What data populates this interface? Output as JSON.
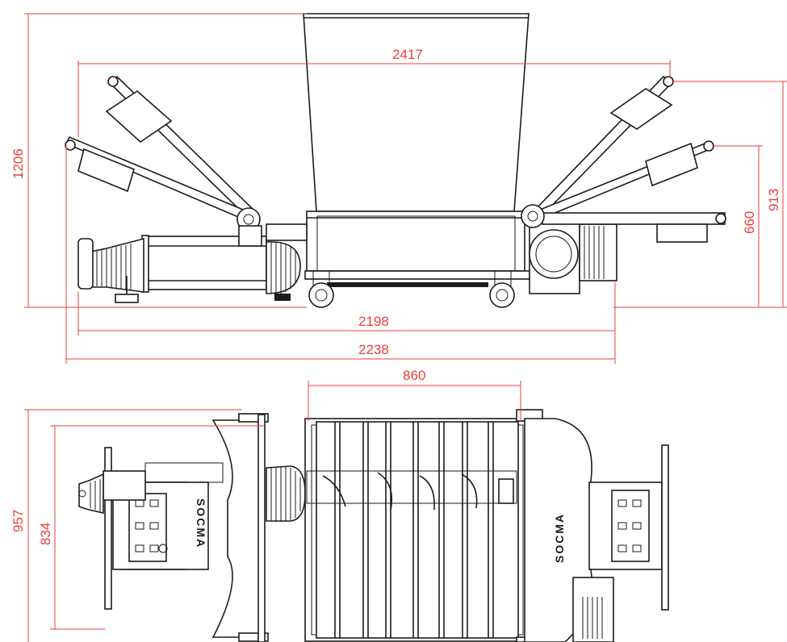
{
  "dimensions": {
    "side_view": {
      "overall_width_arms": "2417",
      "total_height": "1206",
      "arm_height_upper": "913",
      "arm_height_lower": "660",
      "length_body": "2198",
      "length_total": "2238"
    },
    "top_view": {
      "hopper_width": "860",
      "overall_depth": "957",
      "inner_depth": "834"
    }
  },
  "branding": {
    "logo_text": "SOCMA"
  },
  "colors": {
    "dimension": "#e8403a",
    "outline": "#1b1b1b"
  }
}
